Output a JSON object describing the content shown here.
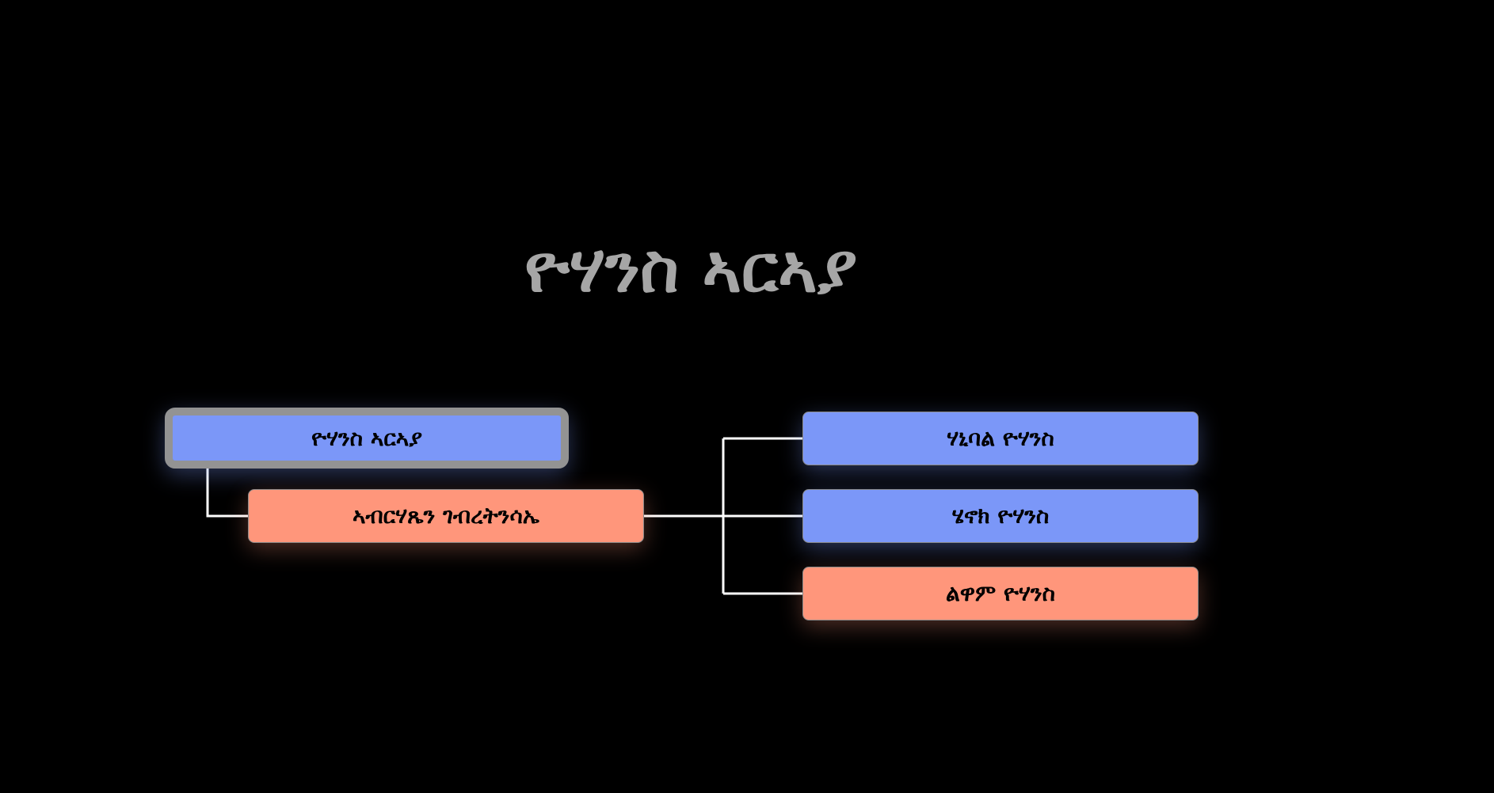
{
  "title": "ዮሃንስ ኣርኣያ",
  "colors": {
    "male": "#7b97f8",
    "female": "#ff967b",
    "selected_border": "#939393",
    "background": "#000000"
  },
  "nodes": {
    "root": {
      "label": "ዮሃንስ ኣርኣያ",
      "selected": true
    },
    "spouse": {
      "label": "ኣብርሃጼን ገብረትንሳኤ"
    },
    "children": [
      {
        "label": "ሃኒባል ዮሃንስ"
      },
      {
        "label": "ሄኖክ ዮሃንስ"
      },
      {
        "label": "ልዋም ዮሃንስ"
      }
    ]
  }
}
